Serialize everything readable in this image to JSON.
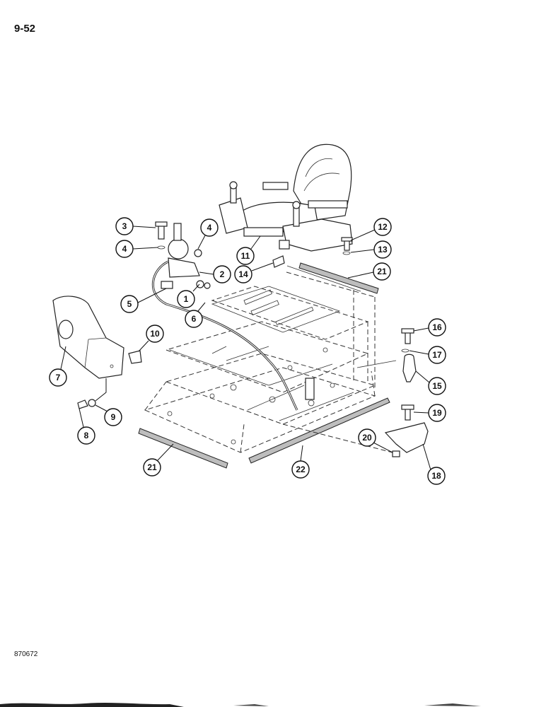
{
  "page_number": "9-52",
  "drawing_code": "870672",
  "callouts": [
    "1",
    "2",
    "3",
    "4",
    "4",
    "5",
    "6",
    "7",
    "8",
    "9",
    "10",
    "11",
    "12",
    "13",
    "14",
    "15",
    "16",
    "17",
    "18",
    "19",
    "20",
    "21",
    "21",
    "22"
  ]
}
